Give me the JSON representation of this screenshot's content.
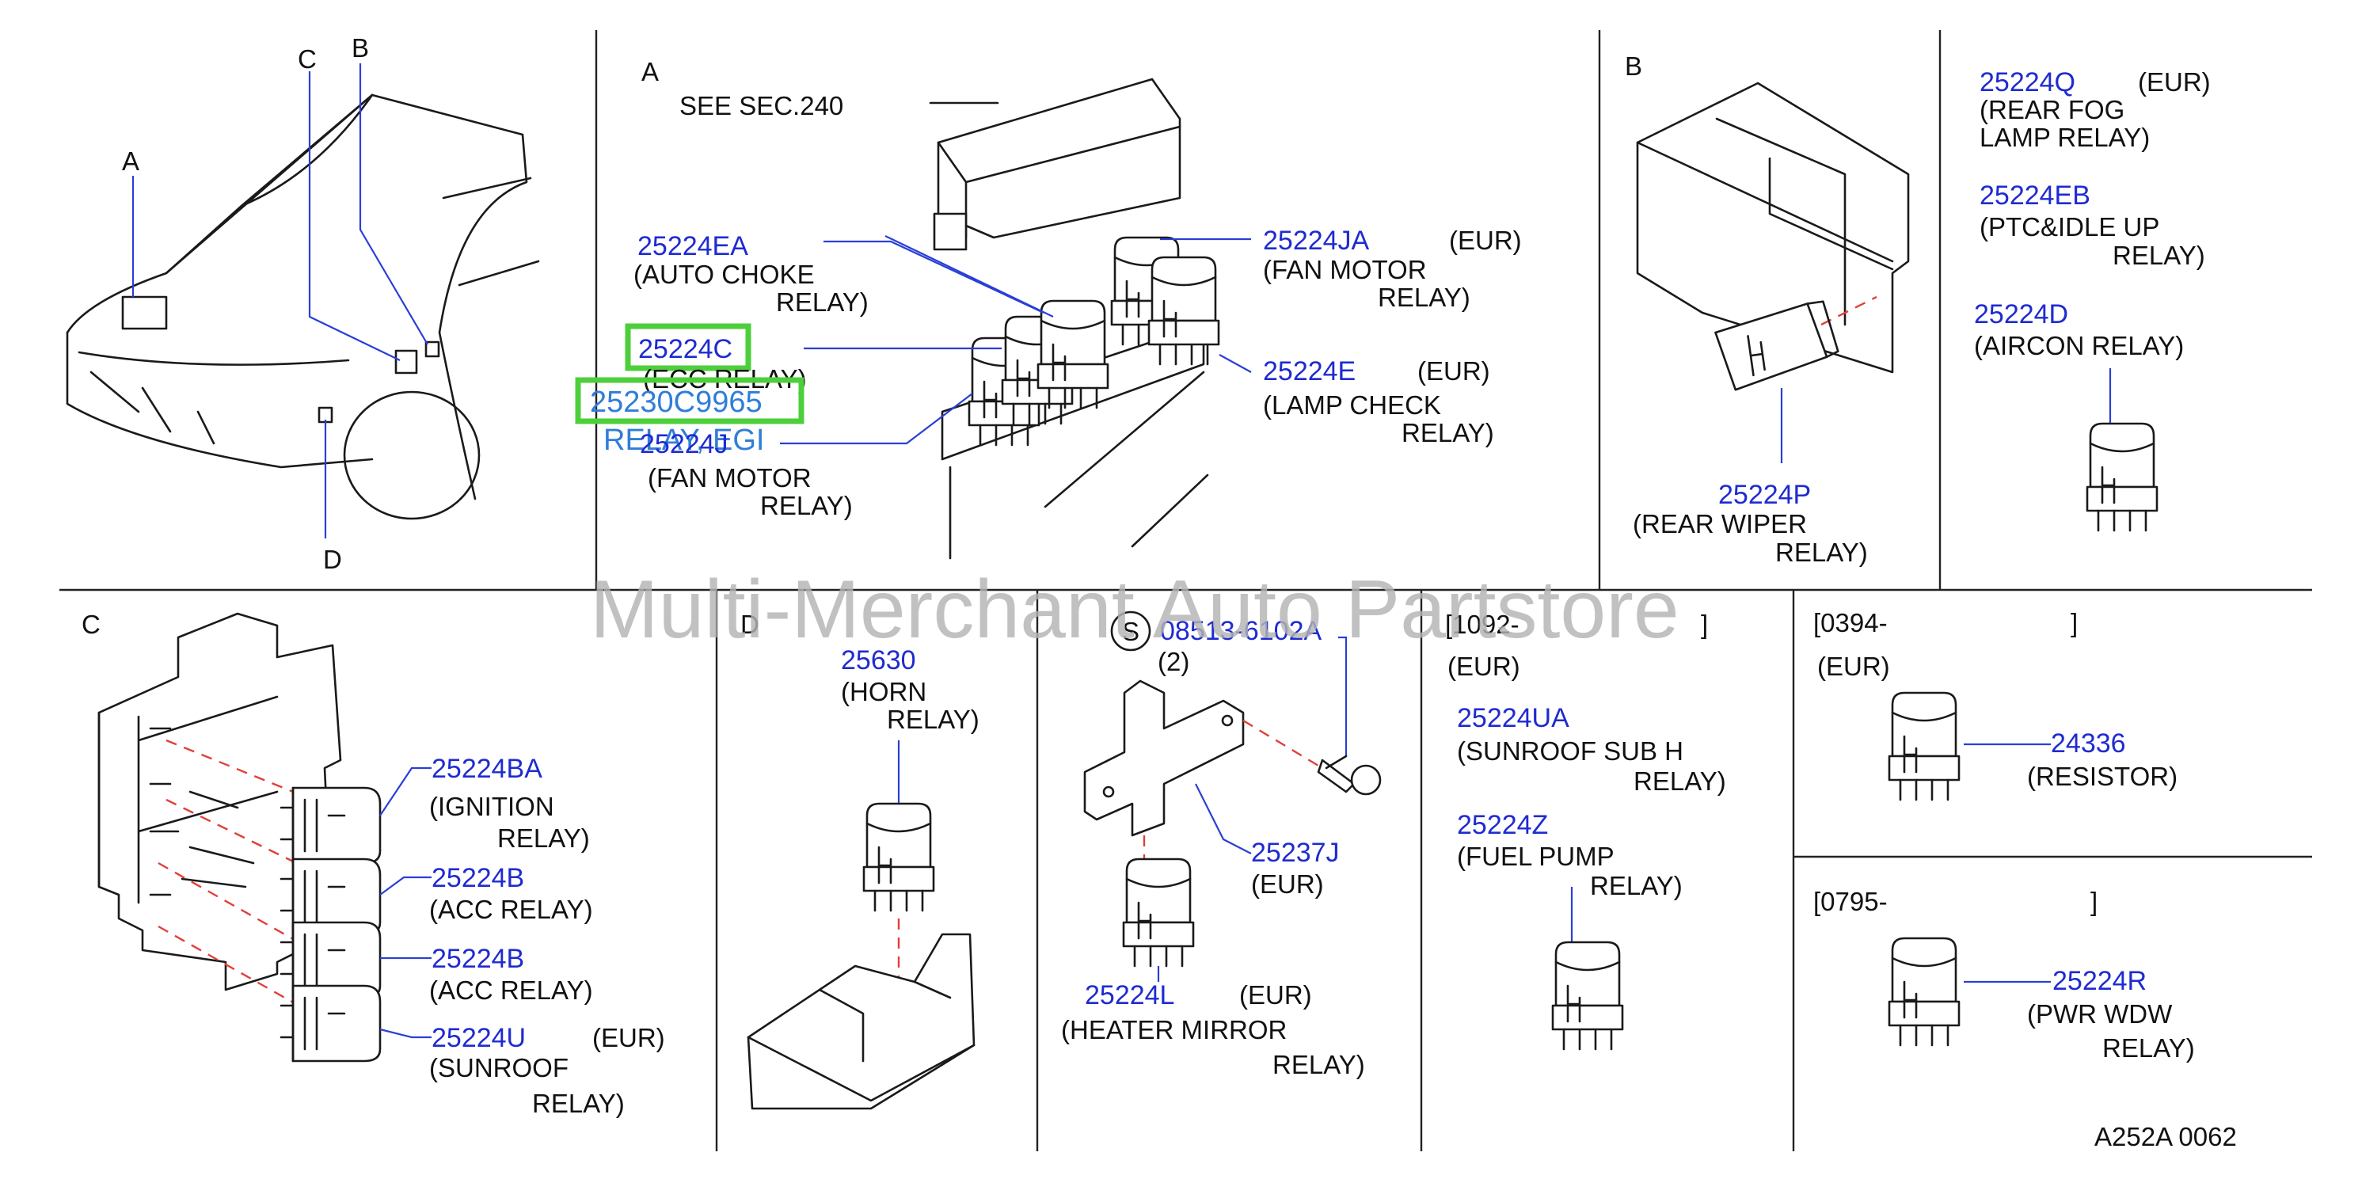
{
  "watermark": "Multi-Merchant Auto Partstore",
  "diagram_code": "A252A 0062",
  "car_letters": {
    "a": "A",
    "b": "B",
    "c": "C",
    "d": "D"
  },
  "panel_a": {
    "letter": "A",
    "see_sec": "SEE SEC.240",
    "p1": {
      "code": "25224EA",
      "line1": "(AUTO CHOKE",
      "line2": "RELAY)"
    },
    "p2": {
      "code": "25224C",
      "line1": "(ECC RELAY)"
    },
    "p3": {
      "code": "25224J",
      "line1": "(FAN MOTOR",
      "line2": "RELAY)"
    },
    "p4": {
      "code": "25224JA",
      "tag": "(EUR)",
      "line1": "(FAN MOTOR",
      "line2": "RELAY)"
    },
    "p5": {
      "code": "25224E",
      "tag": "(EUR)",
      "line1": "(LAMP CHECK",
      "line2": "RELAY)"
    },
    "highlight_code": "25230C9965",
    "highlight_sub": "RELAY, EGI"
  },
  "panel_b": {
    "letter": "B",
    "p1": {
      "code": "25224P",
      "line1": "(REAR WIPER",
      "line2": "RELAY)"
    }
  },
  "panel_right_top": {
    "p1": {
      "code": "25224Q",
      "tag": "(EUR)",
      "line1": "(REAR FOG",
      "line2": "LAMP RELAY)"
    },
    "p2": {
      "code": "25224EB",
      "line1": "(PTC&IDLE UP",
      "line2": "RELAY)"
    },
    "p3": {
      "code": "25224D",
      "line1": "(AIRCON RELAY)"
    }
  },
  "panel_c": {
    "letter": "C",
    "p1": {
      "code": "25224BA",
      "line1": "(IGNITION",
      "line2": "RELAY)"
    },
    "p2": {
      "code": "25224B",
      "line1": "(ACC RELAY)"
    },
    "p3": {
      "code": "25224B",
      "line1": "(ACC RELAY)"
    },
    "p4": {
      "code": "25224U",
      "tag": "(EUR)",
      "line1": "(SUNROOF",
      "line2": "RELAY)"
    }
  },
  "panel_d": {
    "letter": "D",
    "p1": {
      "code": "25630",
      "line1": "(HORN",
      "line2": "RELAY)"
    }
  },
  "panel_s": {
    "symbol": "S",
    "p1": {
      "code": "08513-6102A",
      "qty": "(2)"
    },
    "p2": {
      "code": "25237J",
      "tag": "(EUR)"
    },
    "p3": {
      "code": "25224L",
      "tag": "(EUR)",
      "line1": "(HEATER MIRROR",
      "line2": "RELAY)"
    }
  },
  "panel_1092": {
    "date": "[1092-",
    "date_end": "]",
    "tag": "(EUR)",
    "p1": {
      "code": "25224UA",
      "line1": "(SUNROOF SUB H",
      "line2": "RELAY)"
    },
    "p2": {
      "code": "25224Z",
      "line1": "(FUEL PUMP",
      "line2": "RELAY)"
    }
  },
  "panel_0394": {
    "date": "[0394-",
    "date_end": "]",
    "tag": "(EUR)",
    "p1": {
      "code": "24336",
      "line1": "(RESISTOR)"
    }
  },
  "panel_0795": {
    "date": "[0795-",
    "date_end": "]",
    "p1": {
      "code": "25224R",
      "line1": "(PWR WDW",
      "line2": "RELAY)"
    }
  }
}
